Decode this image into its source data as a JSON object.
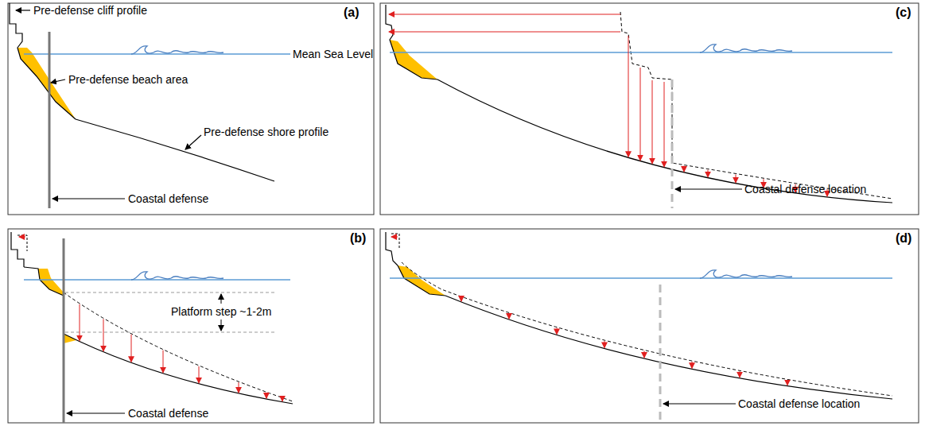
{
  "diagram": {
    "labels": [
      "(a)",
      "Pre-defense cliff profile",
      "Mean Sea Level",
      "Pre-defense beach area",
      "Pre-defense shore profile",
      "Coastal defense",
      "(b)",
      "Platform step ~1-2m",
      "Coastal defense",
      "(c)",
      "Coastal defense location",
      "(d)",
      "Coastal defense location"
    ]
  }
}
